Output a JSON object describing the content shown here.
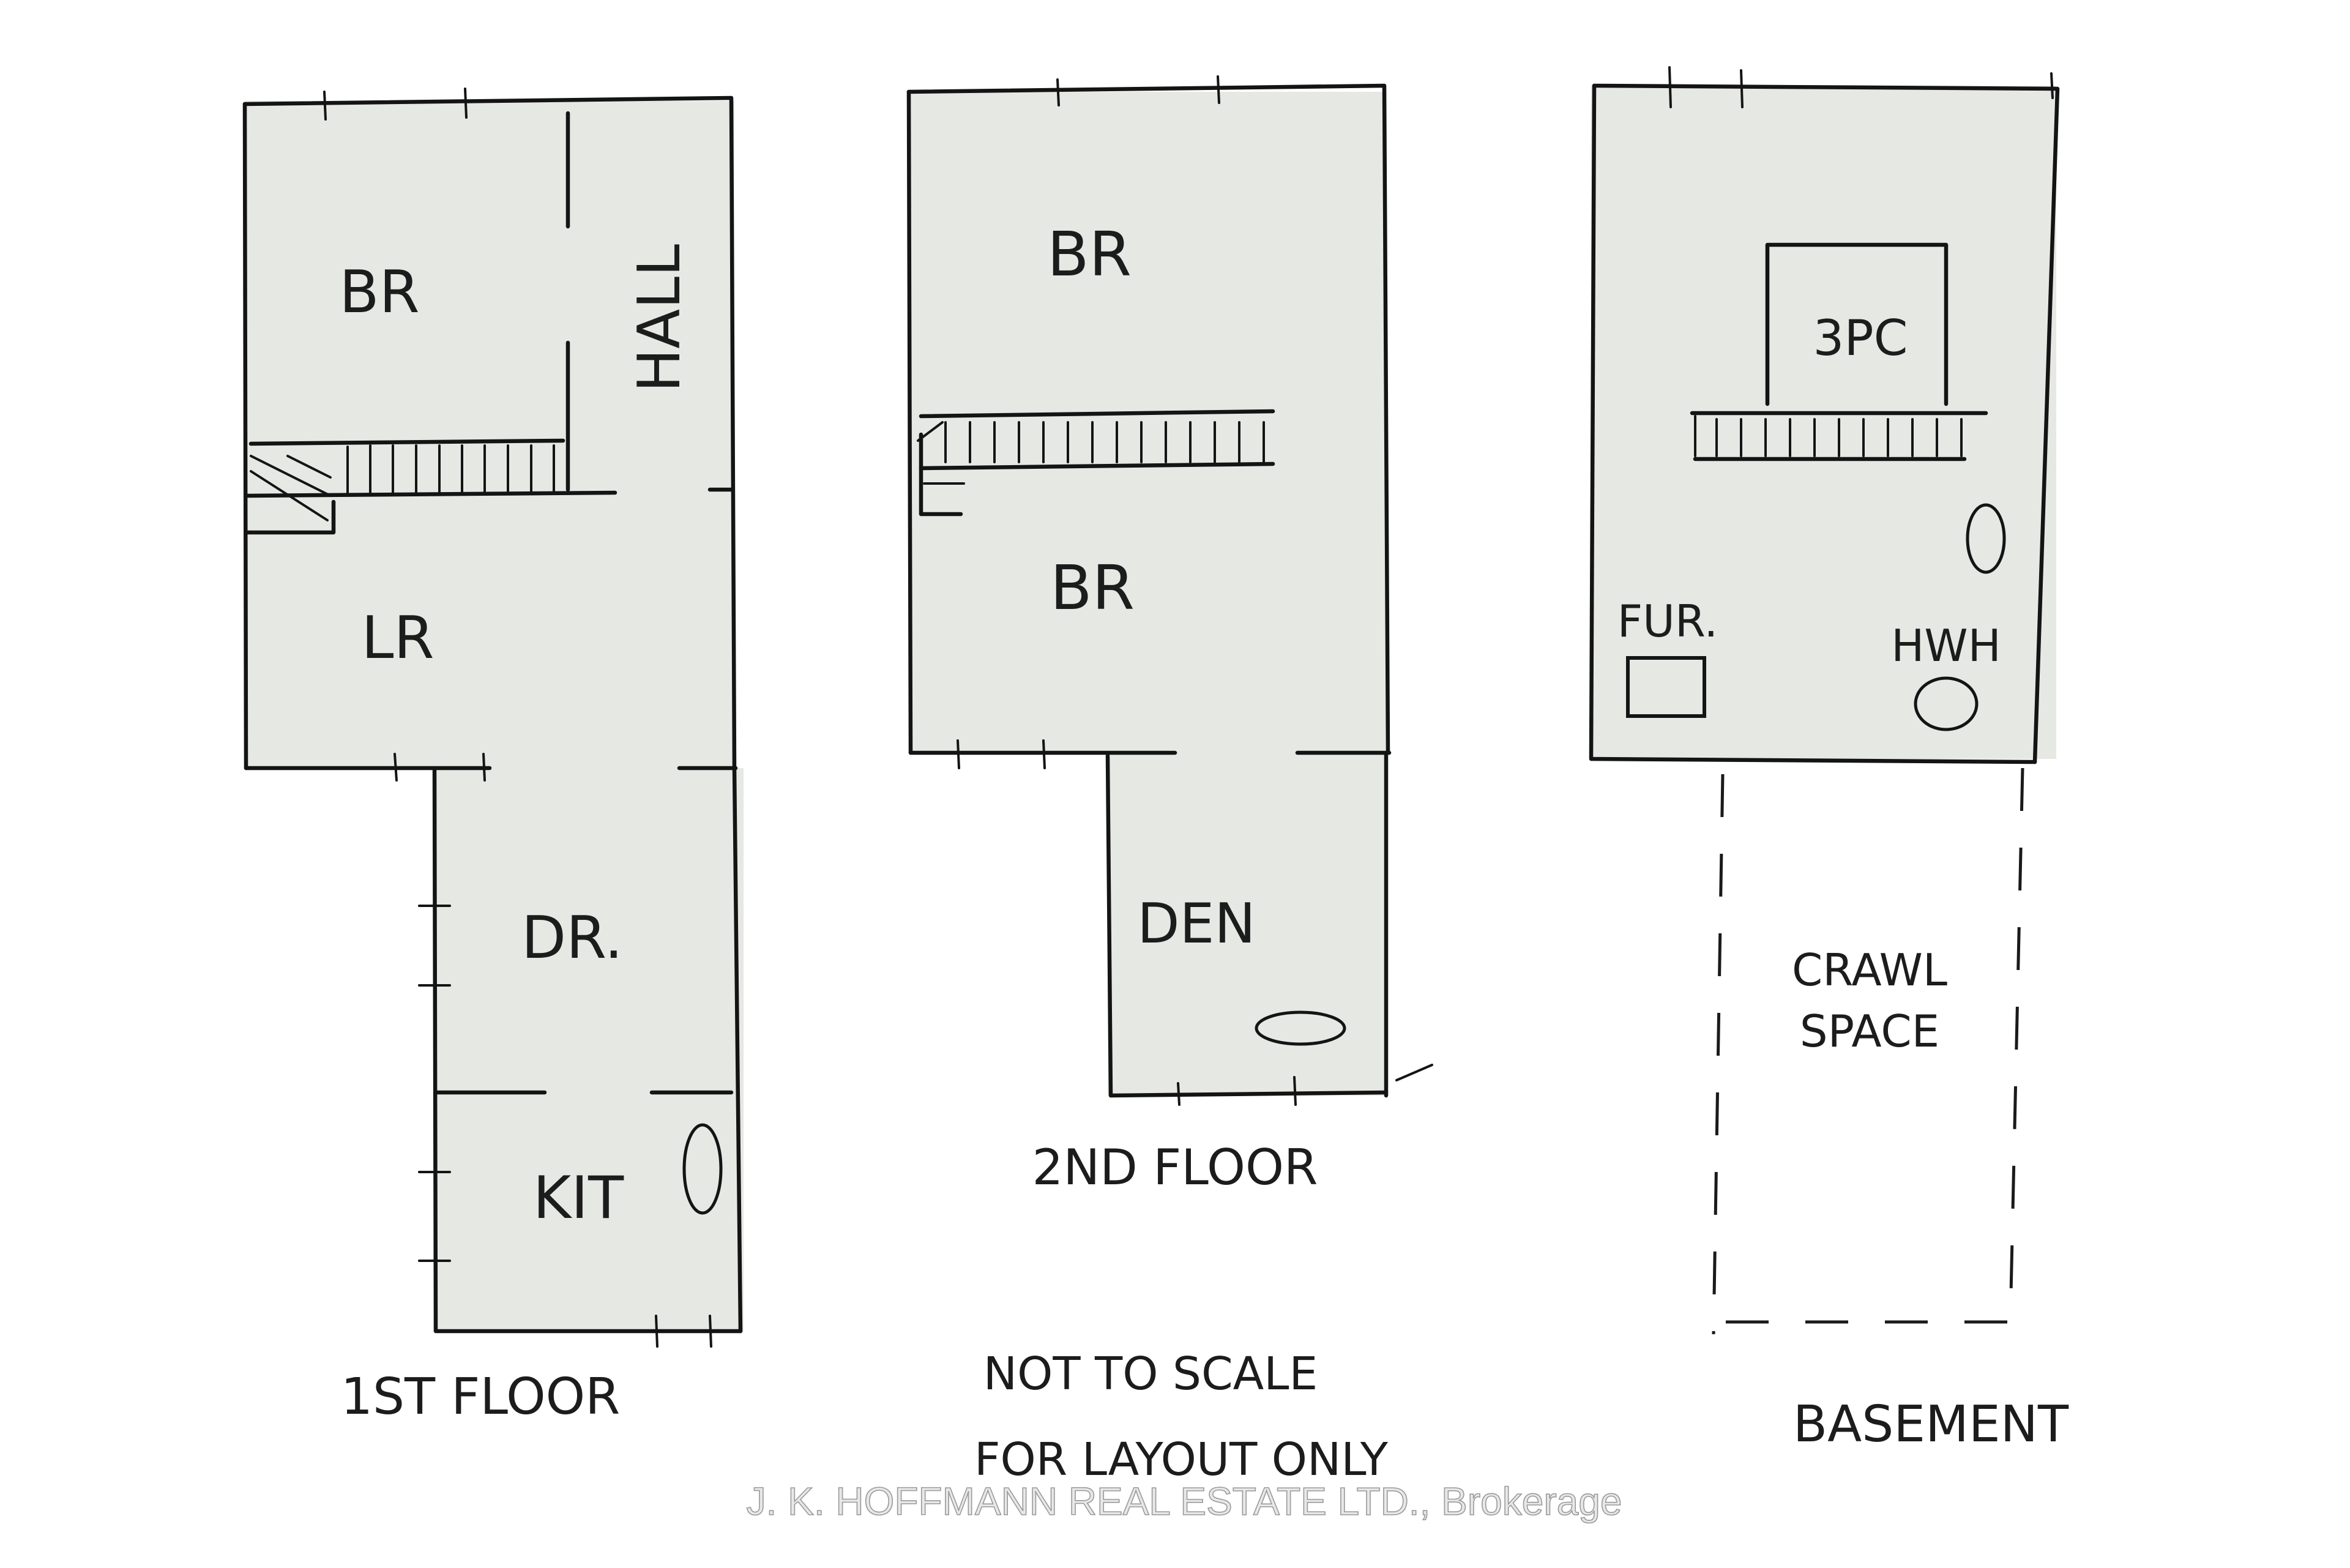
{
  "first_floor": {
    "title": "1ST FLOOR",
    "rooms": {
      "br": "BR",
      "hall": "HALL",
      "lr": "LR",
      "dr": "DR.",
      "kit": "KIT"
    }
  },
  "second_floor": {
    "title": "2ND FLOOR",
    "rooms": {
      "br_upper": "BR",
      "br_lower": "BR",
      "den": "DEN"
    }
  },
  "basement": {
    "title": "BASEMENT",
    "rooms": {
      "bath": "3PC",
      "furnace": "FUR.",
      "hot_water": "HWH",
      "crawl_line1": "CRAWL",
      "crawl_line2": "SPACE"
    }
  },
  "notes": {
    "line1": "NOT TO SCALE",
    "line2": "FOR LAYOUT ONLY"
  },
  "watermark": "J. K. HOFFMANN REAL ESTATE LTD., Brokerage"
}
